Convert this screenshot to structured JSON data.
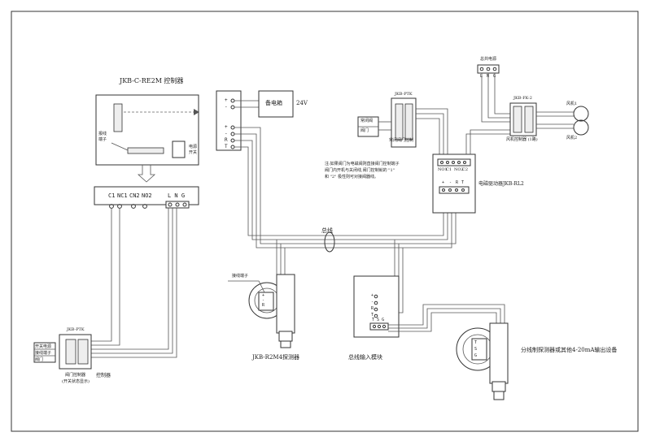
{
  "controller": {
    "title": "JKB-C-RE2M 控制器",
    "bus_terminal": "报线\n端子",
    "power_switch": "电源\n开关",
    "terminals": {
      "c1": "C1",
      "nc1": "NC1",
      "cn2": "CN2",
      "no2": "NO2",
      "lng": "L N G"
    }
  },
  "backup_power": {
    "label": "备电箱",
    "voltage": "24V"
  },
  "bus": {
    "label": "总线"
  },
  "note": {
    "line1": "注:如果阀门为电磁阀则直接阀门控制端子",
    "line2": "阀门内开机与关闭线,阀门控制就的 \"1\"",
    "line3": "和 \"2\" 极性则可对接阀器线。"
  },
  "ptk_top": {
    "title": "JKB-PTK",
    "a": "常闭阀",
    "b": "阀门",
    "c": "常闭阀门控制"
  },
  "valve_relay_module": "电磁驱动器JKB-RL2",
  "power_input": "总共电源",
  "fk_module": {
    "title": "JKB-FK-2",
    "sub": "风机控制器 (1路)",
    "fan1": "风机1",
    "fan2": "风机2"
  },
  "detector": {
    "label": "JKB-R2M4探测器",
    "terminal": "接线端子"
  },
  "bus_input_module": {
    "label": "总线输入模块"
  },
  "other_detector": {
    "label": "分线制探测器或其他4-20mA输出设备"
  },
  "left_module": {
    "title": "JKB-PTK",
    "r1": "开关电源",
    "r2": "接线端子",
    "r3": "阀门",
    "label": "阀门控制器",
    "sub": "(开关状态显示)"
  },
  "controller_label": "控制器",
  "terminal_labels": {
    "plus": "+",
    "minus": "-",
    "r": "R",
    "t": "T",
    "s": "S",
    "g": "G",
    "l": "L",
    "n": "N",
    "no1": "NO1",
    "c1": "C1",
    "no2": "NO2",
    "c2": "C2"
  }
}
